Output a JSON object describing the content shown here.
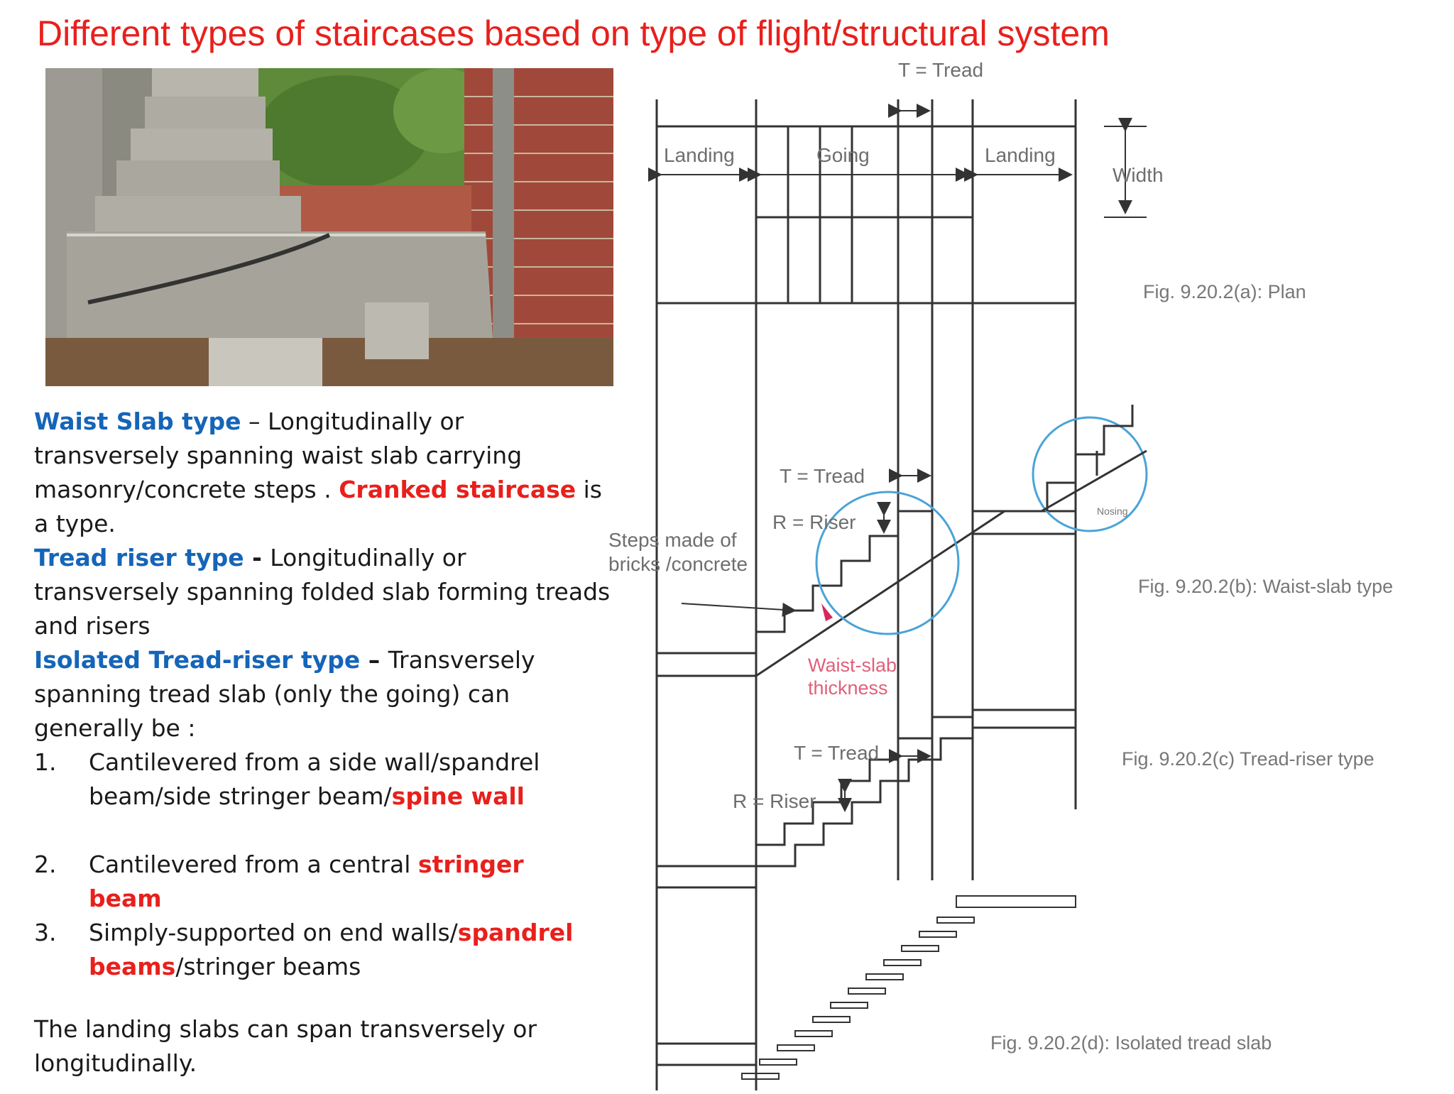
{
  "title": "Different types of staircases based on type of flight/structural system",
  "waist": {
    "heading": "Waist Slab type",
    "sep": " – ",
    "text1": "Longitudinally or transversely spanning waist slab carrying masonry/concrete steps . ",
    "highlight": "Cranked staircase",
    "text2": " is a type."
  },
  "tread_riser": {
    "heading": "Tread riser type",
    "sep": " - ",
    "text": "Longitudinally or transversely spanning folded slab forming treads and risers"
  },
  "isolated": {
    "heading": "Isolated Tread-riser type",
    "sep": " – ",
    "text": "Transversely spanning tread slab (only the going) can generally be :"
  },
  "list": [
    {
      "num": "1.",
      "text1": "Cantilevered from a side wall/spandrel beam/side stringer beam/",
      "highlight": "spine wall",
      "text2": ""
    },
    {
      "num": "2.",
      "text1": "Cantilevered from a central ",
      "highlight": "stringer beam",
      "text2": ""
    },
    {
      "num": "3.",
      "text1": "Simply-supported on end walls/",
      "highlight": "spandrel beams",
      "text2": "/stringer beams"
    }
  ],
  "landing_note": "The landing slabs can span transversely or longitudinally.",
  "diagram": {
    "t_tread_top": "T = Tread",
    "landing_left": "Landing",
    "going": "Going",
    "landing_right": "Landing",
    "width": "Width",
    "fig_a": "Fig. 9.20.2(a): Plan",
    "t_tread_b": "T = Tread",
    "r_riser_b": "R = Riser",
    "steps_line1": "Steps made of",
    "steps_line2": "bricks /concrete",
    "waist_line1": "Waist-slab",
    "waist_line2": "thickness",
    "nosing": "Nosing",
    "fig_b": "Fig. 9.20.2(b): Waist-slab type",
    "t_tread_c": "T = Tread",
    "r_riser_c": "R = Riser",
    "fig_c": "Fig. 9.20.2(c) Tread-riser type",
    "fig_d": "Fig. 9.20.2(d): Isolated tread slab"
  },
  "colors": {
    "title_red": "#e8201c",
    "heading_blue": "#1565b8",
    "circle_blue": "#4aa3d8"
  }
}
